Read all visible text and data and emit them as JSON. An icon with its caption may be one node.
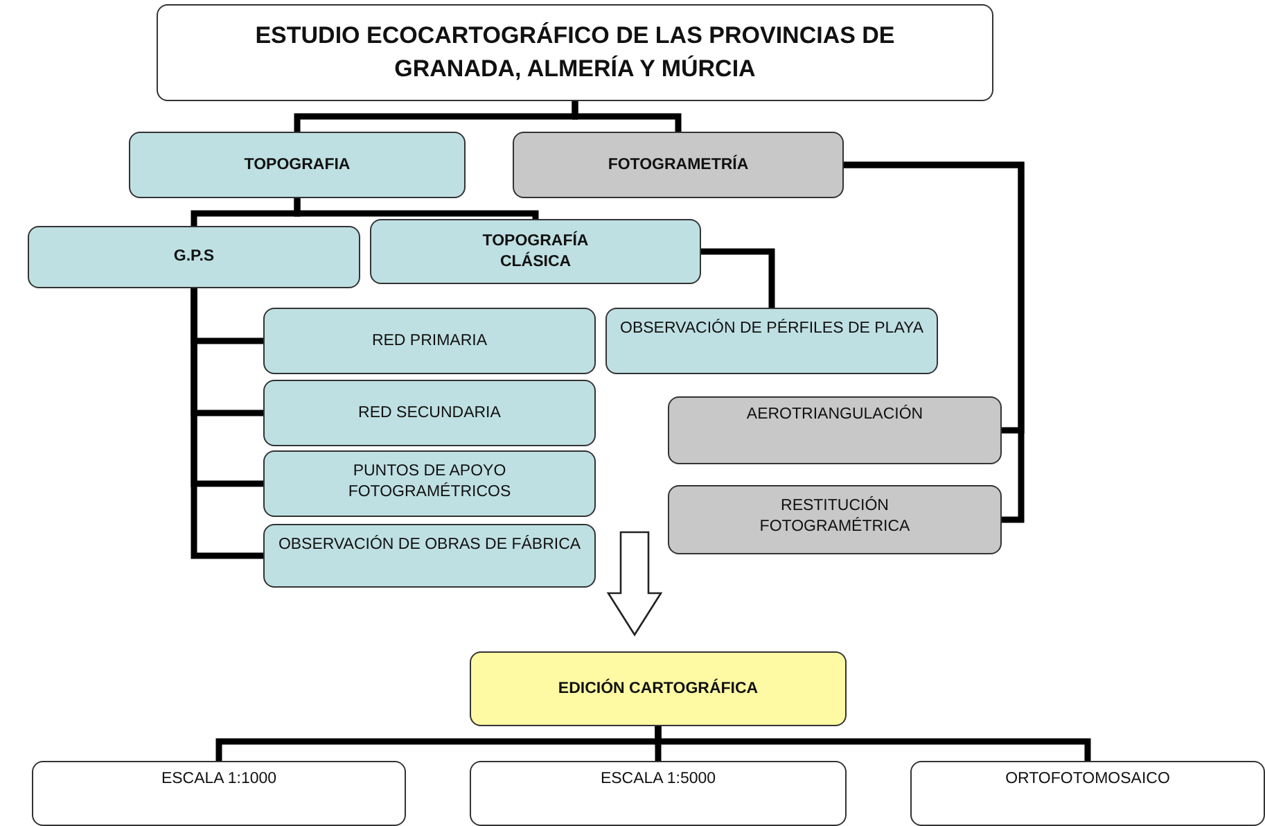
{
  "diagram": {
    "nodes": [
      {
        "text": [
          "ESTUDIO ECOCARTOGRÁFICO DE LAS PROVINCIAS DE GRANADA, ALMERÍA Y MÚRCIA"
        ]
      },
      {
        "text": [
          "TOPOGRAFIA"
        ]
      },
      {
        "text": [
          "FOTOGRAMETRÍA"
        ]
      },
      {
        "text": [
          "G.P.S"
        ]
      },
      {
        "text": [
          "TOPOGRAFÍA CLÁSICA"
        ]
      },
      {
        "text": [
          "RED PRIMARIA"
        ]
      },
      {
        "text": [
          "RED SECUNDARIA"
        ]
      },
      {
        "text": [
          "PUNTOS DE APOYO FOTOGRAMÉTRICOS"
        ]
      },
      {
        "text": [
          "OBSERVACIÓN DE OBRAS DE FÁBRICA"
        ]
      },
      {
        "text": [
          "OBSERVACIÓN DE PÉRFILES DE PLAYA"
        ]
      },
      {
        "text": [
          "AEROTRIANGULACIÓN"
        ]
      },
      {
        "text": [
          "RESTITUCIÓN FOTOGRAMÉTRICA"
        ]
      },
      {
        "text": [
          "EDICIÓN CARTOGRÁFICA"
        ]
      },
      {
        "text": [
          "ESCALA 1:1000"
        ]
      },
      {
        "text": [
          "ESCALA 1:5000"
        ]
      },
      {
        "text": [
          "ORTOFOTOMOSAICO"
        ]
      }
    ],
    "edges": [
      {
        "from": 0,
        "to": 1,
        "arrow": "none"
      },
      {
        "from": 0,
        "to": 2,
        "arrow": "none"
      },
      {
        "from": 1,
        "to": 3,
        "arrow": "none"
      },
      {
        "from": 1,
        "to": 4,
        "arrow": "none"
      },
      {
        "from": 4,
        "to": 9,
        "arrow": "none"
      },
      {
        "from": 3,
        "to": 5,
        "arrow": "none"
      },
      {
        "from": 3,
        "to": 6,
        "arrow": "none"
      },
      {
        "from": 3,
        "to": 7,
        "arrow": "none"
      },
      {
        "from": 3,
        "to": 8,
        "arrow": "none"
      },
      {
        "from": 2,
        "to": 10,
        "arrow": "none"
      },
      {
        "from": 2,
        "to": 11,
        "arrow": "none"
      },
      {
        "from": null,
        "to": 12,
        "arrow": "to"
      },
      {
        "from": 12,
        "to": 13,
        "arrow": "none"
      },
      {
        "from": 12,
        "to": 14,
        "arrow": "none"
      },
      {
        "from": 12,
        "to": 15,
        "arrow": "none"
      }
    ]
  }
}
